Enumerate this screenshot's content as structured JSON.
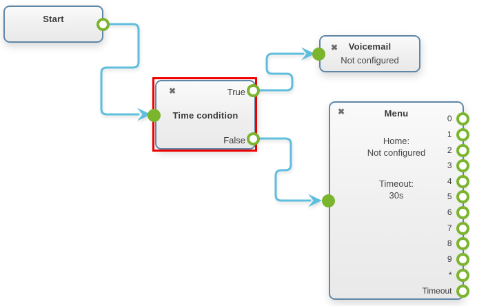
{
  "app": {
    "name": "Call flow editor canvas"
  },
  "colors": {
    "endpoint_green": "#7bb42d",
    "connector_blue": "#5fbedd",
    "node_border_blue": "#5f87a8",
    "selection_red": "#ee0000",
    "text_dark": "#3a3a3a",
    "icon_gray": "#6e6e6e"
  },
  "icons": {
    "close": "✖"
  },
  "nodes": {
    "start": {
      "title": "Start"
    },
    "time_condition": {
      "title": "Time condition",
      "output_true": "True",
      "output_false": "False",
      "selected": "true"
    },
    "voicemail": {
      "title": "Voicemail",
      "status": "Not configured"
    },
    "menu": {
      "title": "Menu",
      "home_label": "Home:",
      "home_value": "Not configured",
      "timeout_label": "Timeout:",
      "timeout_value": "30s",
      "ports": [
        "0",
        "1",
        "2",
        "3",
        "4",
        "5",
        "6",
        "7",
        "8",
        "9",
        "*",
        "Timeout"
      ]
    }
  }
}
